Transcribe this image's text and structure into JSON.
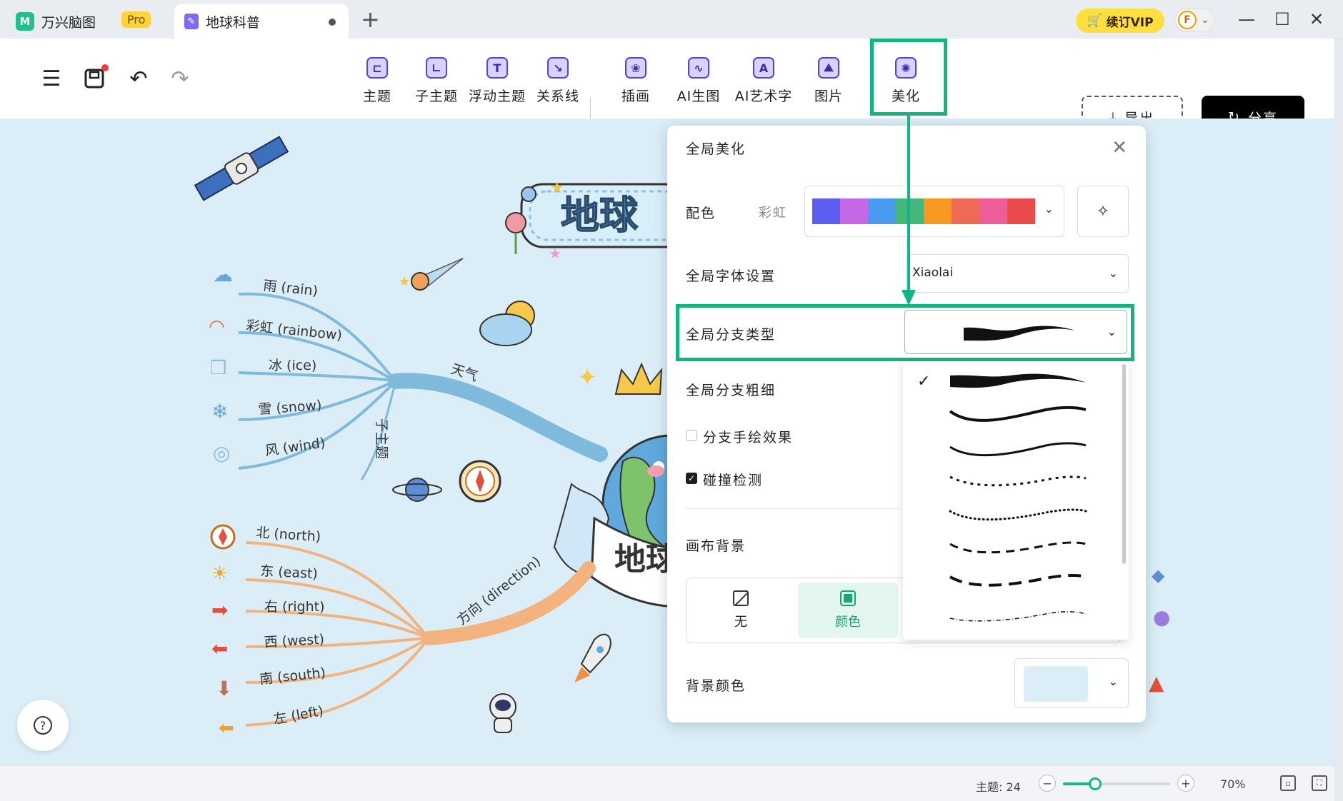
{
  "window": {
    "app_tab": "万兴脑图",
    "pro_badge": "Pro",
    "doc_tab": "地球科普",
    "vip_label": "续订VIP",
    "avatar_letter": "F"
  },
  "toolbar": {
    "tools": [
      {
        "id": "topic",
        "label": "主题",
        "glyph": "⊏"
      },
      {
        "id": "subtopic",
        "label": "子主题",
        "glyph": "∟"
      },
      {
        "id": "floating",
        "label": "浮动主题",
        "glyph": "T"
      },
      {
        "id": "relation",
        "label": "关系线",
        "glyph": "↘"
      },
      {
        "id": "illustration",
        "label": "插画",
        "glyph": "❀"
      },
      {
        "id": "ai-image",
        "label": "AI生图",
        "glyph": "∿"
      },
      {
        "id": "ai-art-text",
        "label": "AI艺术字",
        "glyph": "A"
      },
      {
        "id": "image",
        "label": "图片",
        "glyph": "⛰"
      },
      {
        "id": "beautify",
        "label": "美化",
        "glyph": "✺"
      }
    ],
    "export_label": "导出",
    "share_label": "分享"
  },
  "mindmap": {
    "central_topic": "地球",
    "weather_branch": "天气",
    "weather_subtopic": "子主题",
    "weather_items": [
      "雨 (rain)",
      "彩虹 (rainbow)",
      "冰 (ice)",
      "雪 (snow)",
      "风 (wind)"
    ],
    "direction_branch": "方向 (direction)",
    "direction_items": [
      "北 (north)",
      "东 (east)",
      "右 (right)",
      "西 (west)",
      "南 (south)",
      "左 (left)"
    ]
  },
  "panel": {
    "title": "全局美化",
    "color_scheme_label": "配色",
    "color_scheme_name": "彩虹",
    "swatches": [
      "#5b5ef0",
      "#c468e6",
      "#4a9bf0",
      "#44b87a",
      "#f59a1f",
      "#ee6a55",
      "#ec5d9a",
      "#ea4b4b"
    ],
    "font_label": "全局字体设置",
    "font_value": "Xiaolai",
    "branch_type_label": "全局分支类型",
    "branch_width_label": "全局分支粗细",
    "hand_drawn_label": "分支手绘效果",
    "hand_drawn_checked": false,
    "collision_label": "碰撞检测",
    "collision_checked": true,
    "canvas_bg_label": "画布背景",
    "bg_none_label": "无",
    "bg_color_label": "颜色",
    "bg_color_field_label": "背景颜色",
    "bg_color_value": "#dbeef7"
  },
  "status": {
    "topic_count": "主题: 24",
    "zoom": "70%",
    "zoom_fraction": 0.3
  },
  "colors": {
    "accent": "#11b581",
    "weather_branch": "#7fbadc",
    "direction_branch": "#f2b37f",
    "canvas": "#dbeef7"
  }
}
